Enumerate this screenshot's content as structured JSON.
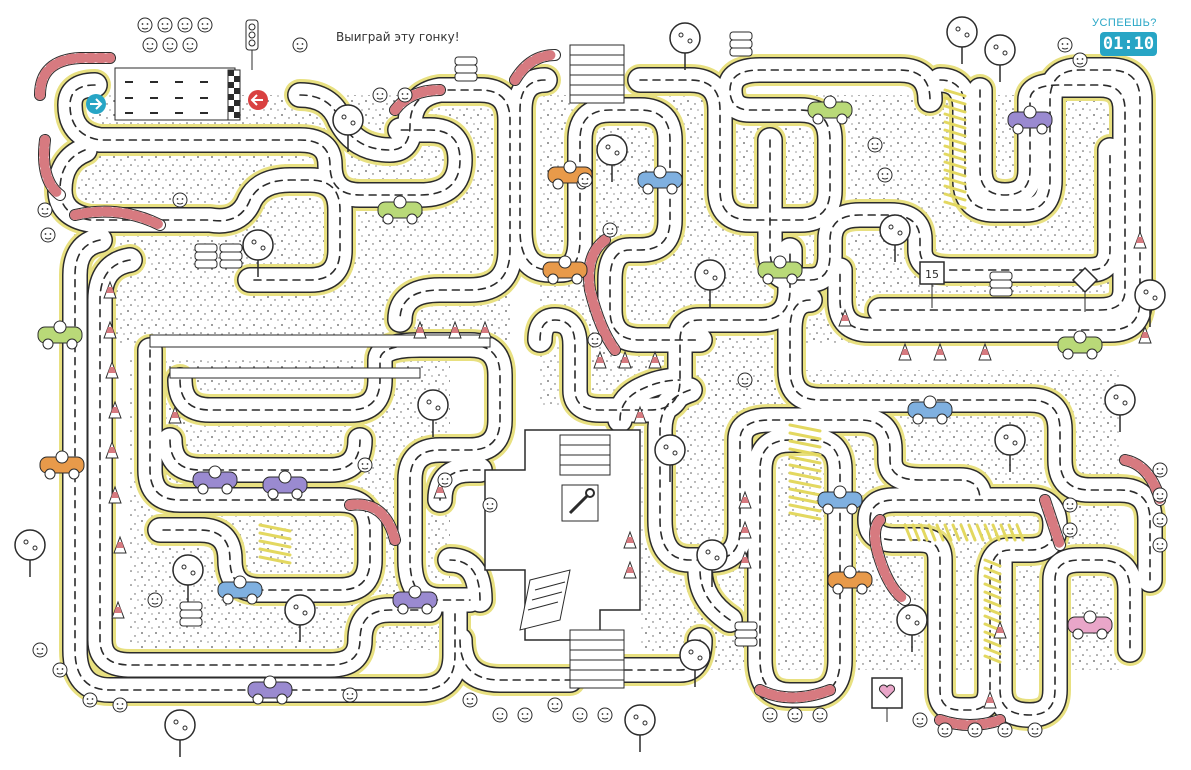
{
  "header": {
    "title": "Выиграй эту гонку!",
    "timer_label": "УСПЕЕШЬ?",
    "timer_value": "01:10"
  },
  "signs": {
    "speed_sign": "15"
  },
  "colors": {
    "road": "#ffffff",
    "road_edge": "#2b2b2b",
    "yellow_border": "#e8e080",
    "curb_red": "#d77a80",
    "accent_blue": "#27a5c5",
    "car_purple": "#9a8ad0",
    "car_green": "#b9d978",
    "car_orange": "#e89a4a",
    "car_pink": "#e9a6c9",
    "car_blue": "#7fb0e0"
  },
  "icons": [
    "start-arrow-icon",
    "finish-arrow-icon",
    "wrench-icon",
    "traffic-light-icon",
    "heart-sign-icon",
    "speed-sign-icon",
    "warning-sign-icon",
    "tire-stack-icon",
    "tree-icon",
    "traffic-cone-icon",
    "car-icon",
    "spectator-icon"
  ]
}
